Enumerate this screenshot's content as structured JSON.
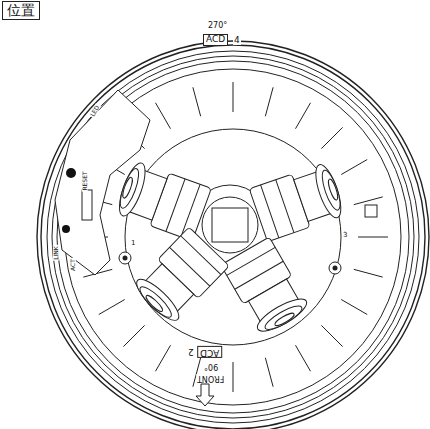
{
  "diagram": {
    "nodes": [
      {
        "text": [
          "位置"
        ]
      },
      {
        "text": [
          "ACD"
        ]
      },
      {
        "text": [
          "ACD"
        ]
      }
    ],
    "labels": [
      "270°",
      "4",
      "90°",
      "2",
      "FRONT",
      "LED",
      "RESET",
      "LINK",
      "ACT",
      "1",
      "3"
    ]
  }
}
